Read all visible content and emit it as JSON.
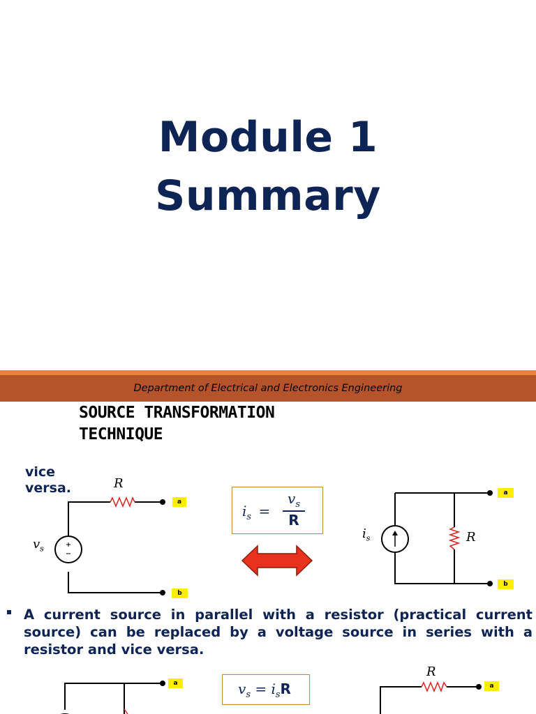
{
  "title": {
    "line1": "Module 1",
    "line2": "Summary"
  },
  "footer": {
    "department": "Department of Electrical and Electronics Engineering"
  },
  "section": {
    "heading_line1": "SOURCE TRANSFORMATION",
    "heading_line2": "TECHNIQUE"
  },
  "partial_text": {
    "line1": "vice",
    "line2": "versa."
  },
  "bullet": {
    "text": "A current source in parallel with a resistor (practical current source) can be replaced by a voltage source in series with a resistor and vice versa."
  },
  "circuit1": {
    "resistor": "R",
    "source": "v",
    "source_sub": "s",
    "terminal_a": "a",
    "terminal_b": "b"
  },
  "equation1": {
    "lhs": "i",
    "lhs_sub": "s",
    "eq": "=",
    "num": "v",
    "num_sub": "s",
    "den": "R"
  },
  "circuit2": {
    "source": "i",
    "source_sub": "s",
    "resistor": "R",
    "terminal_a": "a",
    "terminal_b": "b"
  },
  "circuit3": {
    "terminal_a": "a"
  },
  "equation2": {
    "lhs": "v",
    "lhs_sub": "s",
    "eq": "=",
    "rhs": "i",
    "rhs_sub": "s",
    "rhs_r": "R"
  },
  "circuit4": {
    "resistor": "R",
    "terminal_a": "a"
  },
  "colors": {
    "title": "#0d2455",
    "footer_bar": "#b5532a",
    "footer_stripe": "#e8852e",
    "arrow_fill": "#e8321e",
    "label_bg": "#ffee00",
    "resistor": "#e02020",
    "eqbox_border": "#c7892f"
  }
}
